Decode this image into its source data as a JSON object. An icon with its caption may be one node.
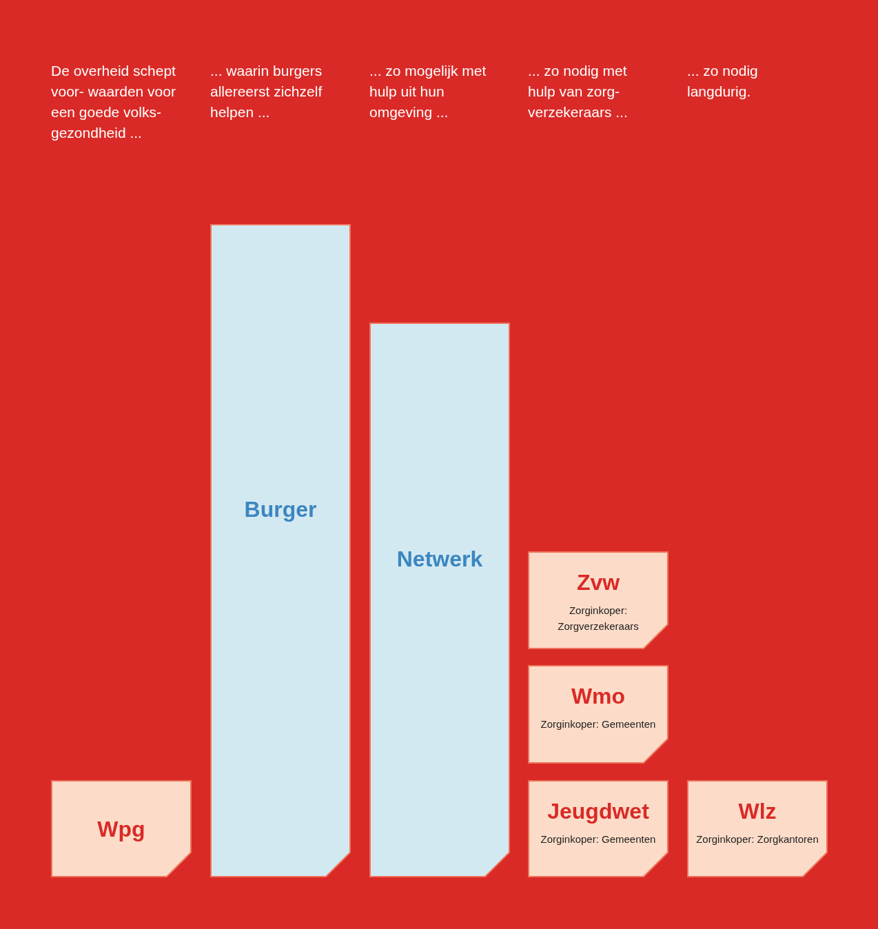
{
  "diagram": {
    "nodes": [
      {
        "text": [
          "Wpg"
        ]
      },
      {
        "text": [
          "Burger"
        ]
      },
      {
        "text": [
          "Netwerk"
        ]
      },
      {
        "text": [
          "Zvw",
          "Zorginkoper: Zorgverzekeraars"
        ]
      },
      {
        "text": [
          "Wmo",
          "Zorginkoper: Gemeenten"
        ]
      },
      {
        "text": [
          "Jeugdwet",
          "Zorginkoper: Gemeenten"
        ]
      },
      {
        "text": [
          "Wlz",
          "Zorginkoper: Zorgkantoren"
        ]
      }
    ],
    "edges": [],
    "labels": [
      "De overheid schept voor- waarden voor een goede volks- gezondheid ...",
      "... waarin burgers allereerst zichzelf helpen ...",
      "... zo mogelijk met hulp uit hun omgeving ...",
      "... zo nodig met hulp van zorg- verzekeraars ...",
      "... zo nodig langdurig."
    ]
  }
}
